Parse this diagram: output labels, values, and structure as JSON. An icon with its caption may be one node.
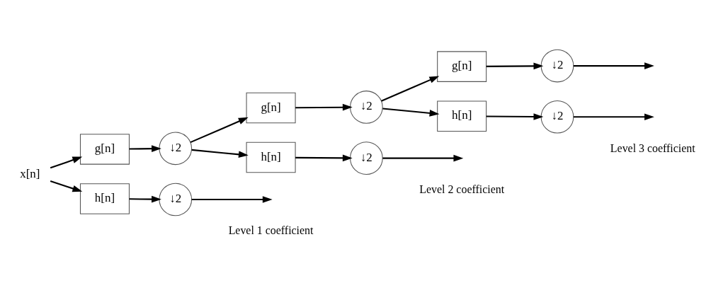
{
  "diagram": {
    "nodes": [
      {
        "text": [
          "x[n]"
        ]
      },
      {
        "text": [
          "g[n]"
        ]
      },
      {
        "text": [
          "h[n]"
        ]
      },
      {
        "text": [
          "↓2"
        ]
      },
      {
        "text": [
          "↓2"
        ]
      },
      {
        "text": [
          "g[n]"
        ]
      },
      {
        "text": [
          "h[n]"
        ]
      },
      {
        "text": [
          "↓2"
        ]
      },
      {
        "text": [
          "↓2"
        ]
      },
      {
        "text": [
          "g[n]"
        ]
      },
      {
        "text": [
          "h[n]"
        ]
      },
      {
        "text": [
          "↓2"
        ]
      },
      {
        "text": [
          "↓2"
        ]
      }
    ],
    "edges": [
      {
        "from": 0,
        "to": 1,
        "arrow": "to"
      },
      {
        "from": 0,
        "to": 2,
        "arrow": "to"
      },
      {
        "from": 1,
        "to": 3,
        "arrow": "to"
      },
      {
        "from": 2,
        "to": 4,
        "arrow": "to"
      },
      {
        "from": 4,
        "to": null,
        "arrow": "to"
      },
      {
        "from": 3,
        "to": 5,
        "arrow": "to"
      },
      {
        "from": 3,
        "to": 6,
        "arrow": "to"
      },
      {
        "from": 6,
        "to": 8,
        "arrow": "to"
      },
      {
        "from": 8,
        "to": null,
        "arrow": "to"
      },
      {
        "from": 5,
        "to": 7,
        "arrow": "to"
      },
      {
        "from": 7,
        "to": 9,
        "arrow": "to"
      },
      {
        "from": 7,
        "to": 10,
        "arrow": "to"
      },
      {
        "from": 9,
        "to": 11,
        "arrow": "to"
      },
      {
        "from": 10,
        "to": 12,
        "arrow": "to"
      },
      {
        "from": 11,
        "to": null,
        "arrow": "to"
      },
      {
        "from": 12,
        "to": null,
        "arrow": "to"
      }
    ],
    "labels": [
      "Level 1 coefficient",
      "Level 2 coefficient",
      "Level 3 coefficient"
    ]
  }
}
